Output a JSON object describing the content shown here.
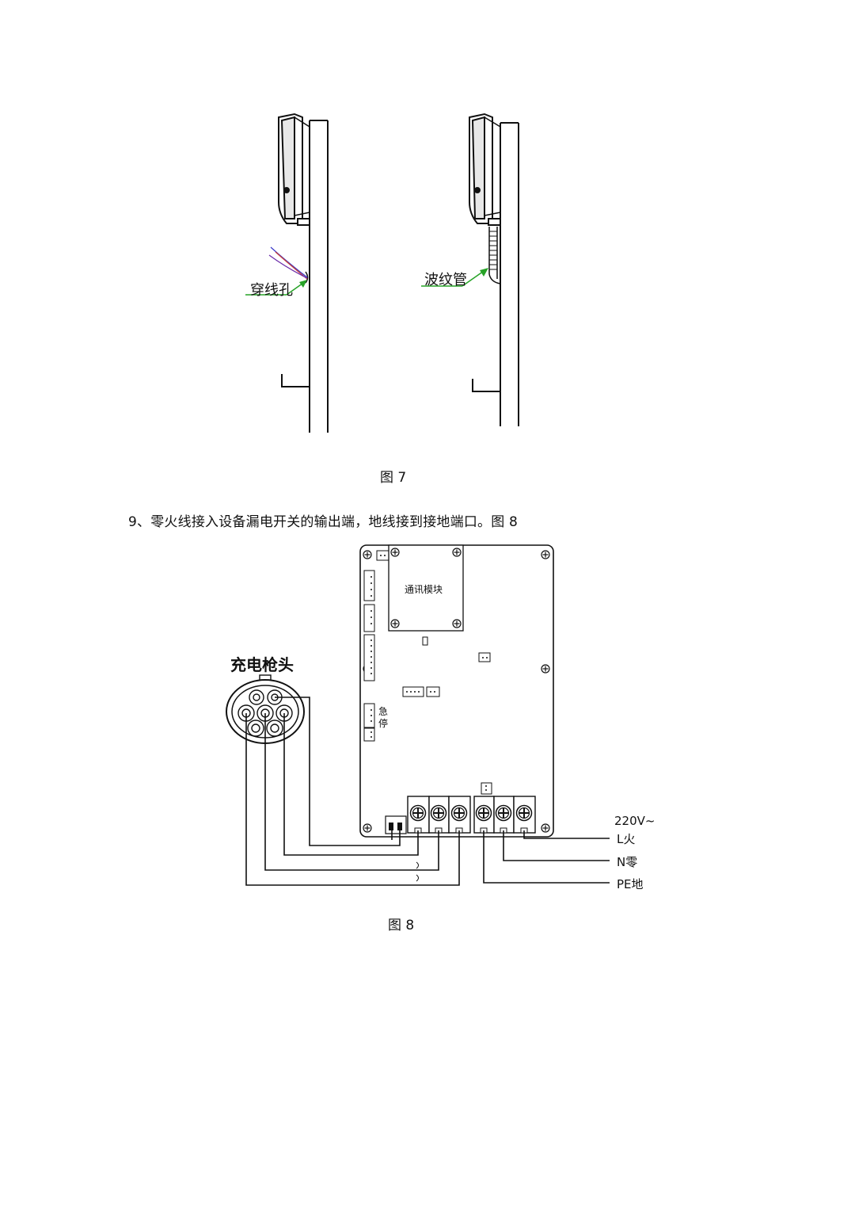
{
  "figure7": {
    "left_label": "穿线孔",
    "right_label": "波纹管",
    "caption": "图 7"
  },
  "step9_text": "9、零火线接入设备漏电开关的输出端，地线接到接地端口。图 8",
  "figure8": {
    "gun_title": "充电枪头",
    "comm_module": "通讯模块",
    "estop_1": "急",
    "estop_2": "停",
    "voltage": "220V~",
    "line_l": "L火",
    "line_n": "N零",
    "line_pe": "PE地",
    "caption": "图 8"
  }
}
